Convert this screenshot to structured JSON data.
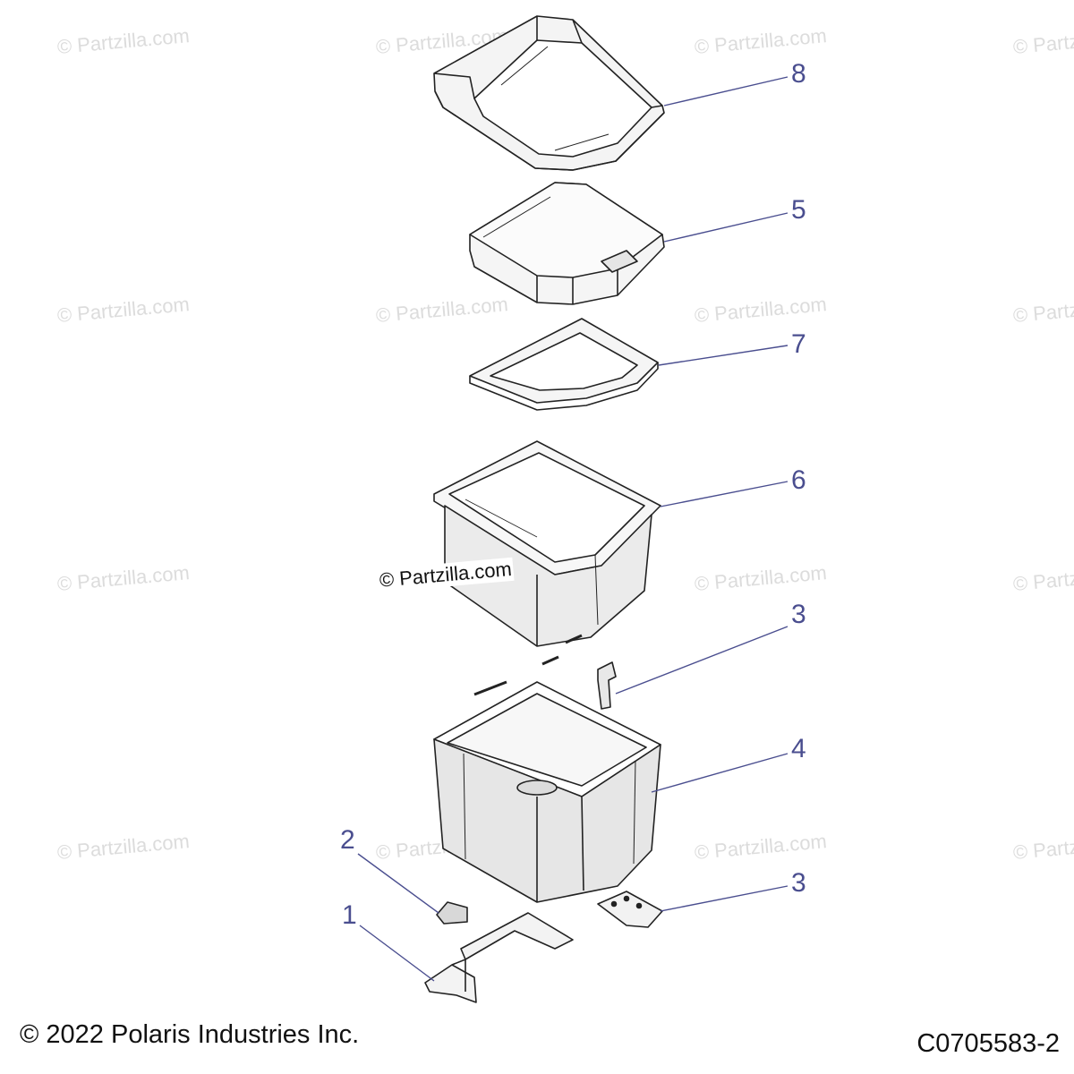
{
  "watermark_text": "© Partzilla.com",
  "center_watermark_text": "© Partzilla.com",
  "copyright": "© 2022 Polaris Industries Inc.",
  "diagram_code": "C0705583-2",
  "callouts": {
    "c8": "8",
    "c5": "5",
    "c7": "7",
    "c6": "6",
    "c3_top": "3",
    "c4": "4",
    "c3_bottom": "3",
    "c2": "2",
    "c1": "1"
  },
  "colors": {
    "callout": "#4a4e8f",
    "leader": "#4a4e8f",
    "part_fill": "#f3f3f3",
    "part_shade": "#e2e2e2",
    "outline": "#222222",
    "watermark": "#dcdcdc"
  }
}
